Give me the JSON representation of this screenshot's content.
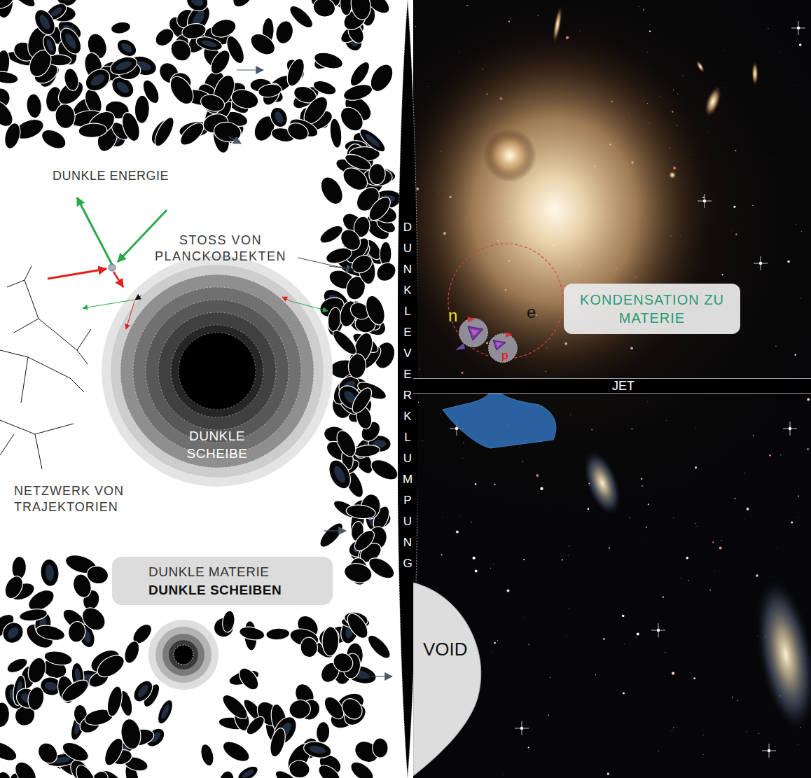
{
  "diagram": {
    "nodes": [
      {
        "text": [
          "DUNKLE SCHEIBE"
        ]
      },
      {
        "text": [
          "DUNKLE VERKLUMPUNG"
        ]
      },
      {
        "text": [
          "KONDENSATION ZU MATERIE"
        ]
      },
      {
        "text": [
          "JET"
        ]
      },
      {
        "text": [
          "DUNKLE MATERIE",
          "DUNKLE SCHEIBEN"
        ]
      },
      {
        "text": [
          "VOID"
        ]
      }
    ],
    "labels": [
      "DUNKLE ENERGIE",
      "STOSS VON PLANCKOBJEKTEN",
      "n",
      "e",
      "p",
      "NETZWERK VON TRAJEKTORIEN"
    ]
  }
}
